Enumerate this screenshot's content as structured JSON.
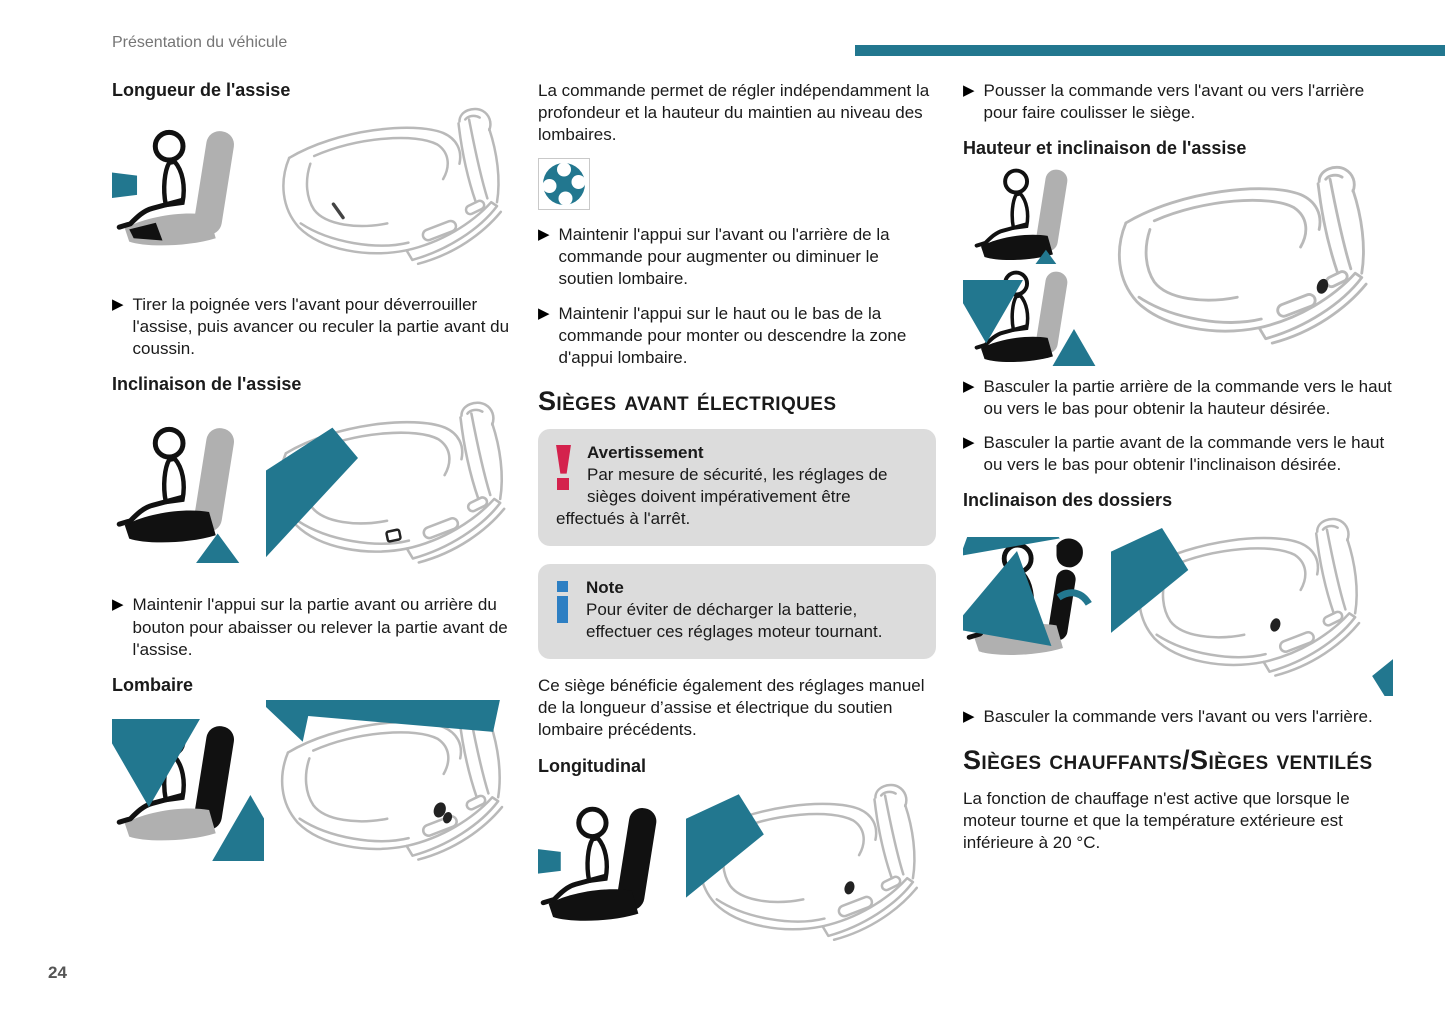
{
  "page": {
    "header": "Présentation du véhicule",
    "page_number": "24"
  },
  "icons": {
    "bullet": "▶",
    "warning": "exclamation-mark",
    "note": "info-i",
    "lumbar_control": "four-way-round-control",
    "seat_pictograms": "seated-person-side-view",
    "seat_sketches": "front-seat-three-quarter-sketch"
  },
  "colors": {
    "teal": "#22778f",
    "warning_red": "#d4224d",
    "note_blue": "#2d7fc3",
    "box_gray": "#dcdcdc",
    "sketch_gray": "#b9b9b9"
  },
  "col1": {
    "h_longueur": "Longueur de l'assise",
    "b_tirer": "Tirer la poignée vers l'avant pour déverrouiller l'assise, puis avancer ou reculer la partie avant du coussin.",
    "h_inclinaison": "Inclinaison de l'assise",
    "b_maintenir": "Maintenir l'appui sur la partie avant ou arrière du bouton pour abaisser ou relever la partie avant de l'assise.",
    "h_lombaire": "Lombaire"
  },
  "col2": {
    "p_commande": "La commande permet de régler indépendamment la profondeur et la hauteur du maintien au niveau des lombaires.",
    "b_avant_arriere": "Maintenir l'appui sur l'avant ou l'arrière de la commande pour augmenter ou diminuer le soutien lombaire.",
    "b_haut_bas": "Maintenir l'appui sur le haut ou le bas de la commande pour monter ou descendre la zone d'appui lombaire.",
    "h_sieges_electriques": "Sièges avant électriques",
    "warning": {
      "title": "Avertissement",
      "text": "Par mesure de sécurité, les réglages de sièges doivent impérativement être effectués à l'arrêt."
    },
    "note": {
      "title": "Note",
      "text": "Pour éviter de décharger la batterie, effectuer ces réglages moteur tournant."
    },
    "p_ce_siege": "Ce siège bénéficie également des réglages manuel de la longueur d’assise et électrique du soutien lombaire précédents.",
    "h_longitudinal": "Longitudinal"
  },
  "col3": {
    "b_pousser": "Pousser la commande vers l'avant ou vers l'arrière pour faire coulisser le siège.",
    "h_hauteur": "Hauteur et inclinaison de l'assise",
    "b_basculer_arriere": "Basculer la partie arrière de la commande vers le haut ou vers le bas pour obtenir la hauteur désirée.",
    "b_basculer_avant": "Basculer la partie avant de la commande vers le haut ou vers le bas pour obtenir l'inclinaison désirée.",
    "h_dossiers": "Inclinaison des dossiers",
    "b_basculer_commande": "Basculer la commande vers l'avant ou vers l'arrière.",
    "h_chauffants": "Sièges chauffants/Sièges ventilés",
    "p_chauffage": "La fonction de chauffage n'est active que lorsque le moteur tourne et que la température extérieure est inférieure à 20 °C."
  }
}
